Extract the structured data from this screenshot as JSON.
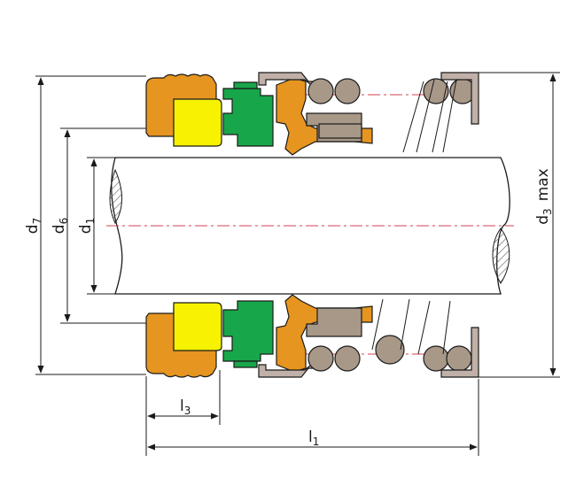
{
  "labels": {
    "d7": {
      "main": "d",
      "sub": "7"
    },
    "d6": {
      "main": "d",
      "sub": "6"
    },
    "d1": {
      "main": "d",
      "sub": "1"
    },
    "d3": {
      "main": "d",
      "sub": "3",
      "suffix": "max"
    },
    "l3": {
      "main": "l",
      "sub": "3"
    },
    "l1": {
      "main": "l",
      "sub": "1"
    }
  },
  "colors": {
    "orange": "#e69520",
    "yellow": "#f6f200",
    "green": "#18a64a",
    "spring": "#a89888",
    "housing": "#c0b0a8",
    "centerline": "#d34050",
    "outline": "#1a1a1a",
    "hatch": "#555555"
  },
  "icons": {
    "mechanical-seal": "mechanical-seal-drawing"
  }
}
